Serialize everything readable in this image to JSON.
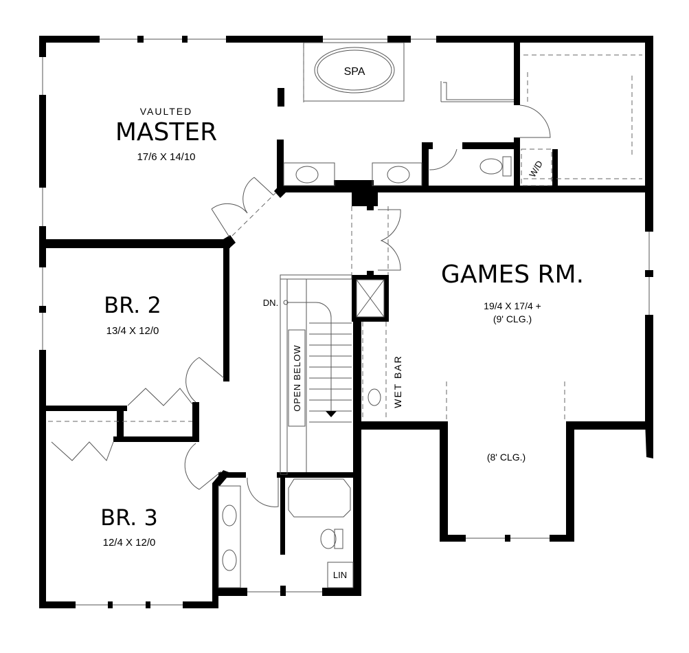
{
  "plan": {
    "rooms": {
      "master": {
        "qualifier": "VAULTED",
        "name": "MASTER",
        "size": "17/6 X 14/10"
      },
      "br2": {
        "name": "BR. 2",
        "size": "13/4 X 12/0"
      },
      "br3": {
        "name": "BR. 3",
        "size": "12/4 X 12/0"
      },
      "games": {
        "name": "GAMES RM.",
        "size": "19/4 X 17/4 +",
        "ceiling": "(9' CLG.)"
      },
      "games_alcove": {
        "ceiling": "(8' CLG.)"
      }
    },
    "fixtures": {
      "spa": "SPA",
      "stairs_down": "DN.",
      "open_below": "OPEN BELOW",
      "wet_bar": "WET BAR",
      "washer_dryer": "W/D",
      "linen": "LIN"
    },
    "colors": {
      "wall": "#000000",
      "line": "#555555",
      "background": "#ffffff"
    }
  }
}
